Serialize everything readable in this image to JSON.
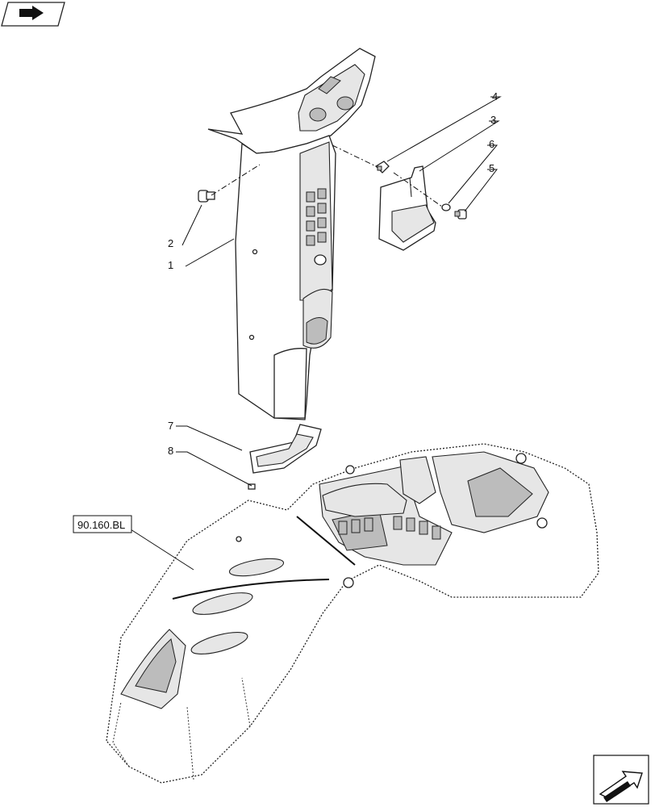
{
  "callouts": {
    "c1": "1",
    "c2": "2",
    "c3": "3",
    "c4": "4",
    "c5": "5",
    "c6": "6",
    "c7": "7",
    "c8": "8"
  },
  "reference": {
    "label": "90.160.BL"
  },
  "icons": {
    "top_left": "previous-page-arrow-icon",
    "bottom_right": "next-page-arrow-icon"
  }
}
